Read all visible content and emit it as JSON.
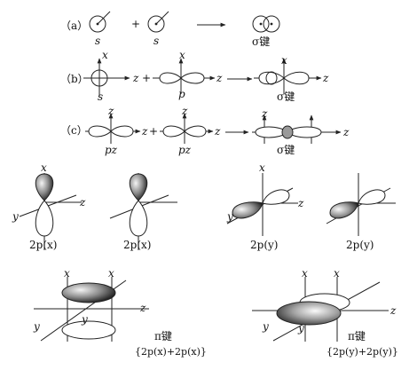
{
  "rows": {
    "a": {
      "marker": "（a）",
      "s1": "s",
      "plus": "+",
      "s2": "s",
      "result": "σ键"
    },
    "b": {
      "marker": "（b）",
      "x_axis": "x",
      "z_axis1": "z",
      "s": "s",
      "plus": "+",
      "x_axis2": "x",
      "z_axis2": "z",
      "p": "p",
      "x_axis3": "x",
      "z_axis3": "z",
      "result": "σ键"
    },
    "c": {
      "marker": "（c）",
      "z_axis1": "z",
      "label1": "pz",
      "plus": "+",
      "z_axis2": "z",
      "label2": "pz",
      "z_axis3": "z",
      "result": "σ键"
    }
  },
  "orbitals": [
    {
      "label": "2p(x)",
      "x": "x",
      "y": "y",
      "z": "z"
    },
    {
      "label": "2p(x)"
    },
    {
      "label": "2p(y)",
      "x": "x",
      "y": "y",
      "z": "z"
    },
    {
      "label": "2p(y)"
    }
  ],
  "pi_bonds": [
    {
      "x": "x",
      "y": "y",
      "z": "z",
      "title": "π键",
      "formula": "{2p(x)+2p(x)}"
    },
    {
      "x": "x",
      "y": "y",
      "z": "z",
      "title": "π键",
      "formula": "{2p(y)+2p(y)}"
    }
  ]
}
